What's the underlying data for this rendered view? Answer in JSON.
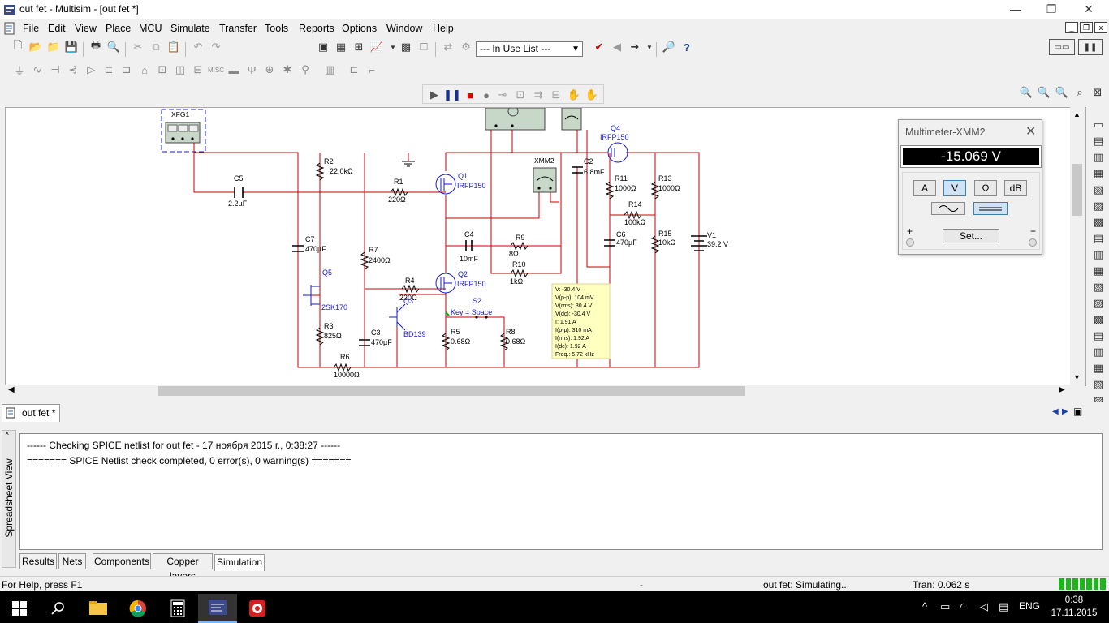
{
  "window": {
    "title": "out fet - Multisim - [out fet *]",
    "minimize": "—",
    "restore": "❐",
    "close": "✕"
  },
  "menu": {
    "items": [
      "File",
      "Edit",
      "View",
      "Place",
      "MCU",
      "Simulate",
      "Transfer",
      "Tools",
      "Reports",
      "Options",
      "Window",
      "Help"
    ]
  },
  "toolbar": {
    "in_use_list": "--- In Use List ---"
  },
  "schematic": {
    "labels": {
      "xfg1": "XFG1",
      "xmm2": "XMM2",
      "q4_name": "Q4",
      "q4_type": "IRFP150",
      "q1_name": "Q1",
      "q1_type": "IRFP150",
      "q2_name": "Q2",
      "q2_type": "IRFP150",
      "q3_name": "Q3",
      "q3_type": "BD139",
      "q5_name": "Q5",
      "q5_type": "2SK170",
      "c5_name": "C5",
      "c5_val": "2.2µF",
      "r2_name": "R2",
      "r2_val": "22.0kΩ",
      "r1_name": "R1",
      "r1_val": "220Ω",
      "c2_name": "C2",
      "c2_val": "6.8mF",
      "r11_name": "R11",
      "r11_val": "1000Ω",
      "r13_name": "R13",
      "r13_val": "1000Ω",
      "r14_name": "R14",
      "r14_val": "100kΩ",
      "c7_name": "C7",
      "c7_val": "470µF",
      "r7_name": "R7",
      "r7_val": "2400Ω",
      "c4_name": "C4",
      "c4_val": "10mF",
      "r9_name": "R9",
      "r9_val": "8Ω",
      "r10_name": "R10",
      "r10_val": "1kΩ",
      "c6_name": "C6",
      "c6_val": "470µF",
      "r15_name": "R15",
      "r15_val": "10kΩ",
      "v1_name": "V1",
      "v1_val": "39.2 V",
      "r4_name": "R4",
      "r4_val": "220Ω",
      "s2_name": "S2",
      "s2_key": "Key = Space",
      "r3_name": "R3",
      "r3_val": "825Ω",
      "c3_name": "C3",
      "c3_val": "470µF",
      "r5_name": "R5",
      "r5_val": "0.68Ω",
      "r8_name": "R8",
      "r8_val": "0.68Ω",
      "r6_name": "R6",
      "r6_val": "10000Ω"
    },
    "probe": [
      "V: -30.4 V",
      "V(p-p): 104 mV",
      "V(rms): 30.4 V",
      "V(dc): -30.4 V",
      "I: 1.91 A",
      "I(p-p): 310 mA",
      "I(rms): 1.92 A",
      "I(dc): 1.92 A",
      "Freq.: 5.72 kHz"
    ],
    "wire_color": "#cc0000",
    "component_color": "#1a1acc"
  },
  "multimeter": {
    "title": "Multimeter-XMM2",
    "reading": "-15.069 V",
    "modes": [
      "A",
      "V",
      "Ω",
      "dB"
    ],
    "active_mode": "V",
    "set_label": "Set...",
    "plus": "+",
    "minus": "−"
  },
  "doc_tab": {
    "label": "out fet *"
  },
  "spreadsheet": {
    "title": "Spreadsheet View",
    "log": [
      "------ Checking SPICE netlist for out fet - 17 ноября 2015 г., 0:38:27 ------",
      "======= SPICE Netlist check completed, 0 error(s), 0 warning(s) ======="
    ],
    "tabs": [
      "Results",
      "Nets",
      "Components",
      "Copper layers",
      "Simulation"
    ],
    "active_tab": "Simulation"
  },
  "status": {
    "help": "For Help, press F1",
    "dash": "-",
    "sim": "out fet: Simulating...",
    "tran": "Tran: 0.062 s"
  },
  "taskbar": {
    "lang": "ENG",
    "time": "0:38",
    "date": "17.11.2015"
  }
}
